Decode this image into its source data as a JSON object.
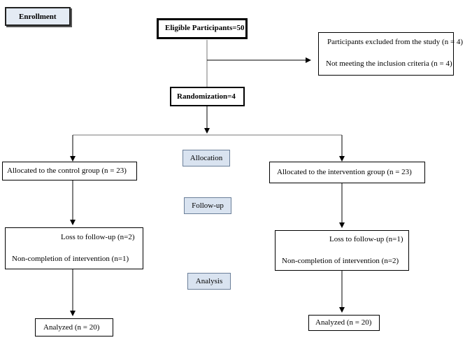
{
  "enrollment": "Enrollment",
  "eligible": "Eligible Participants=50",
  "excluded": {
    "line1": "Participants excluded from the study (n = 4)",
    "line2": "Not meeting the inclusion criteria (n = 4)"
  },
  "randomization": "Randomization=4",
  "stages": {
    "allocation": "Allocation",
    "followup": "Follow-up",
    "analysis": "Analysis"
  },
  "control": {
    "allocated": "Allocated to the control group (n = 23)",
    "loss": "Loss to follow-up (n=2)",
    "noncompletion": "Non-completion of intervention (n=1)",
    "analyzed": "Analyzed (n = 20)"
  },
  "intervention": {
    "allocated": "Allocated to the intervention group (n = 23)",
    "loss": "Loss to follow-up (n=1)",
    "noncompletion": "Non-completion of intervention (n=2)",
    "analyzed": "Analyzed (n = 20)"
  }
}
